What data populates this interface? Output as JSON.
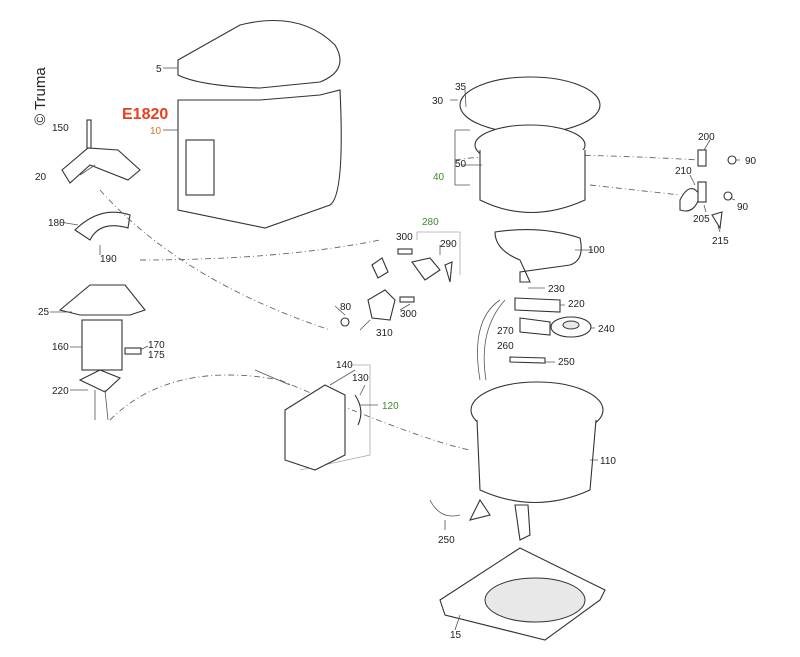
{
  "copyright": "© Truma",
  "diagram_code": "E1820",
  "colors": {
    "code": "#e8401c",
    "housing_label": "#e8701c",
    "group_label": "#3a8a2a",
    "text": "#222222"
  },
  "labels": {
    "p5": "5",
    "p10": "10",
    "p150": "150",
    "p20": "20",
    "p180": "180",
    "p190": "190",
    "p25": "25",
    "p160": "160",
    "p170": "170",
    "p175": "175",
    "p220a": "220",
    "p30": "30",
    "p35": "35",
    "p50": "50",
    "p40": "40",
    "p200": "200",
    "p90a": "90",
    "p210": "210",
    "p205": "205",
    "p90b": "90",
    "p215": "215",
    "p100": "100",
    "p280": "280",
    "p300a": "300",
    "p290": "290",
    "p300b": "300",
    "p80": "80",
    "p310": "310",
    "p230": "230",
    "p220b": "220",
    "p270": "270",
    "p240": "240",
    "p260": "260",
    "p250a": "250",
    "p140": "140",
    "p130": "130",
    "p120": "120",
    "p110": "110",
    "p250b": "250",
    "p15": "15"
  }
}
